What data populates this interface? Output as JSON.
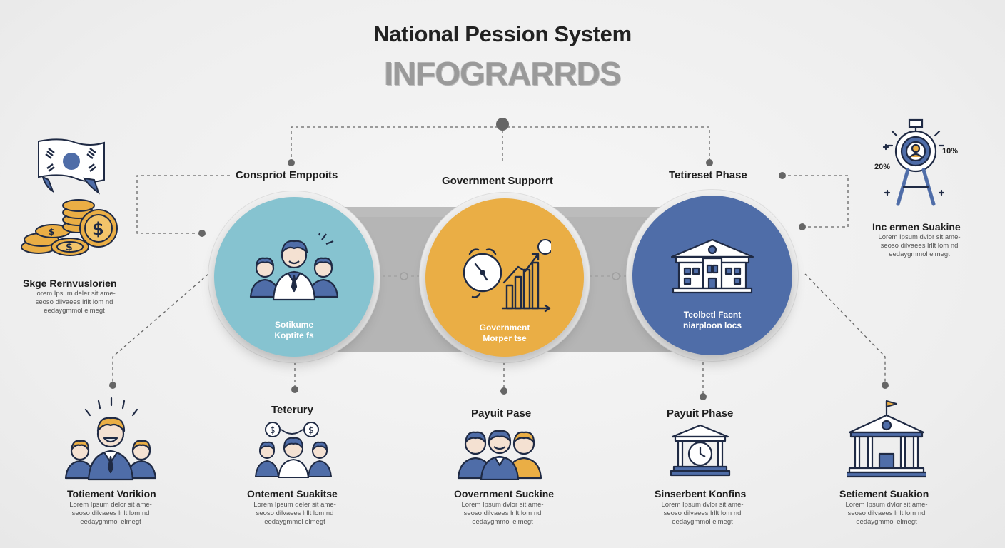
{
  "header": {
    "title": "National Pession System",
    "subtitle": "INFOGRARRDS"
  },
  "stages": [
    {
      "id": "contribution",
      "label": "Conspriot Emppoits",
      "circle_text": "Sotikume\nKoptite fs",
      "color": "#86c3d0",
      "icon": "people-group-icon"
    },
    {
      "id": "government",
      "label": "Government Supporrt",
      "circle_text": "Government\nMorper tse",
      "color": "#eaae45",
      "icon": "clock-growth-chart-icon"
    },
    {
      "id": "retirement",
      "label": "Tetireset Phase",
      "circle_text": "Teolbetl Facnt\nniarploon locs",
      "color": "#4f6da8",
      "icon": "government-building-icon"
    }
  ],
  "side_left": {
    "label": "Skge Rernvuslorien",
    "desc": "Lorem Ipsum deler sit ame-\nseoso dilvaees lrllt lom nd\needaygmmol elmegt",
    "icons": [
      "korean-flag-icon",
      "coins-stack-icon"
    ]
  },
  "side_right": {
    "label": "Inc ermen Suakine",
    "desc": "Lorem Ipsum dvlor sit ame-\nseoso dilvaees lrllt lom nd\needaygmmol elmegt",
    "icon": "person-target-icon",
    "percent_left": "20%",
    "percent_right": "10%"
  },
  "bottom_items": [
    {
      "label": "Totiement Vorikion",
      "desc": "Lorem Ipsum delor sit ame-\nseoso dilvaees lrllt lom nd\needaygmmol elmegt",
      "icon": "happy-people-icon"
    },
    {
      "label": "Teterury",
      "desc": "",
      "icon": "people-coins-icon"
    },
    {
      "label": "Ontement Suakitse",
      "desc": "Lorem Ipsum deler sit ame-\nseoso dilvaees lrllt lom nd\needaygmmol elmegt",
      "icon": ""
    },
    {
      "label": "Payuit Pase",
      "desc": "",
      "icon": "three-people-icon"
    },
    {
      "label": "Oovernment Suckine",
      "desc": "Lorem Ipsum dvlor sit ame-\nseoso dilvaees lrllt lom nd\needaygmmol elmegt",
      "icon": ""
    },
    {
      "label": "Payuit Phase",
      "desc": "",
      "icon": "clock-building-icon"
    },
    {
      "label": "Sinserbent Konfins",
      "desc": "Lorem Ipsum dvlor sit ame-\nseoso dilvaees lrllt lom nd\needaygmmol elmegt",
      "icon": ""
    },
    {
      "label": "Setiement Suakion",
      "desc": "Lorem Ipsum dvlor sit ame-\nseoso dilvaees lrllt lom nd\needaygmmol elmegt",
      "icon": "bank-building-icon"
    }
  ],
  "colors": {
    "teal": "#86c3d0",
    "orange": "#eaae45",
    "navy": "#4f6da8",
    "dark_navy": "#2e3f66",
    "line": "#666666",
    "band": "#a9a9a9"
  }
}
